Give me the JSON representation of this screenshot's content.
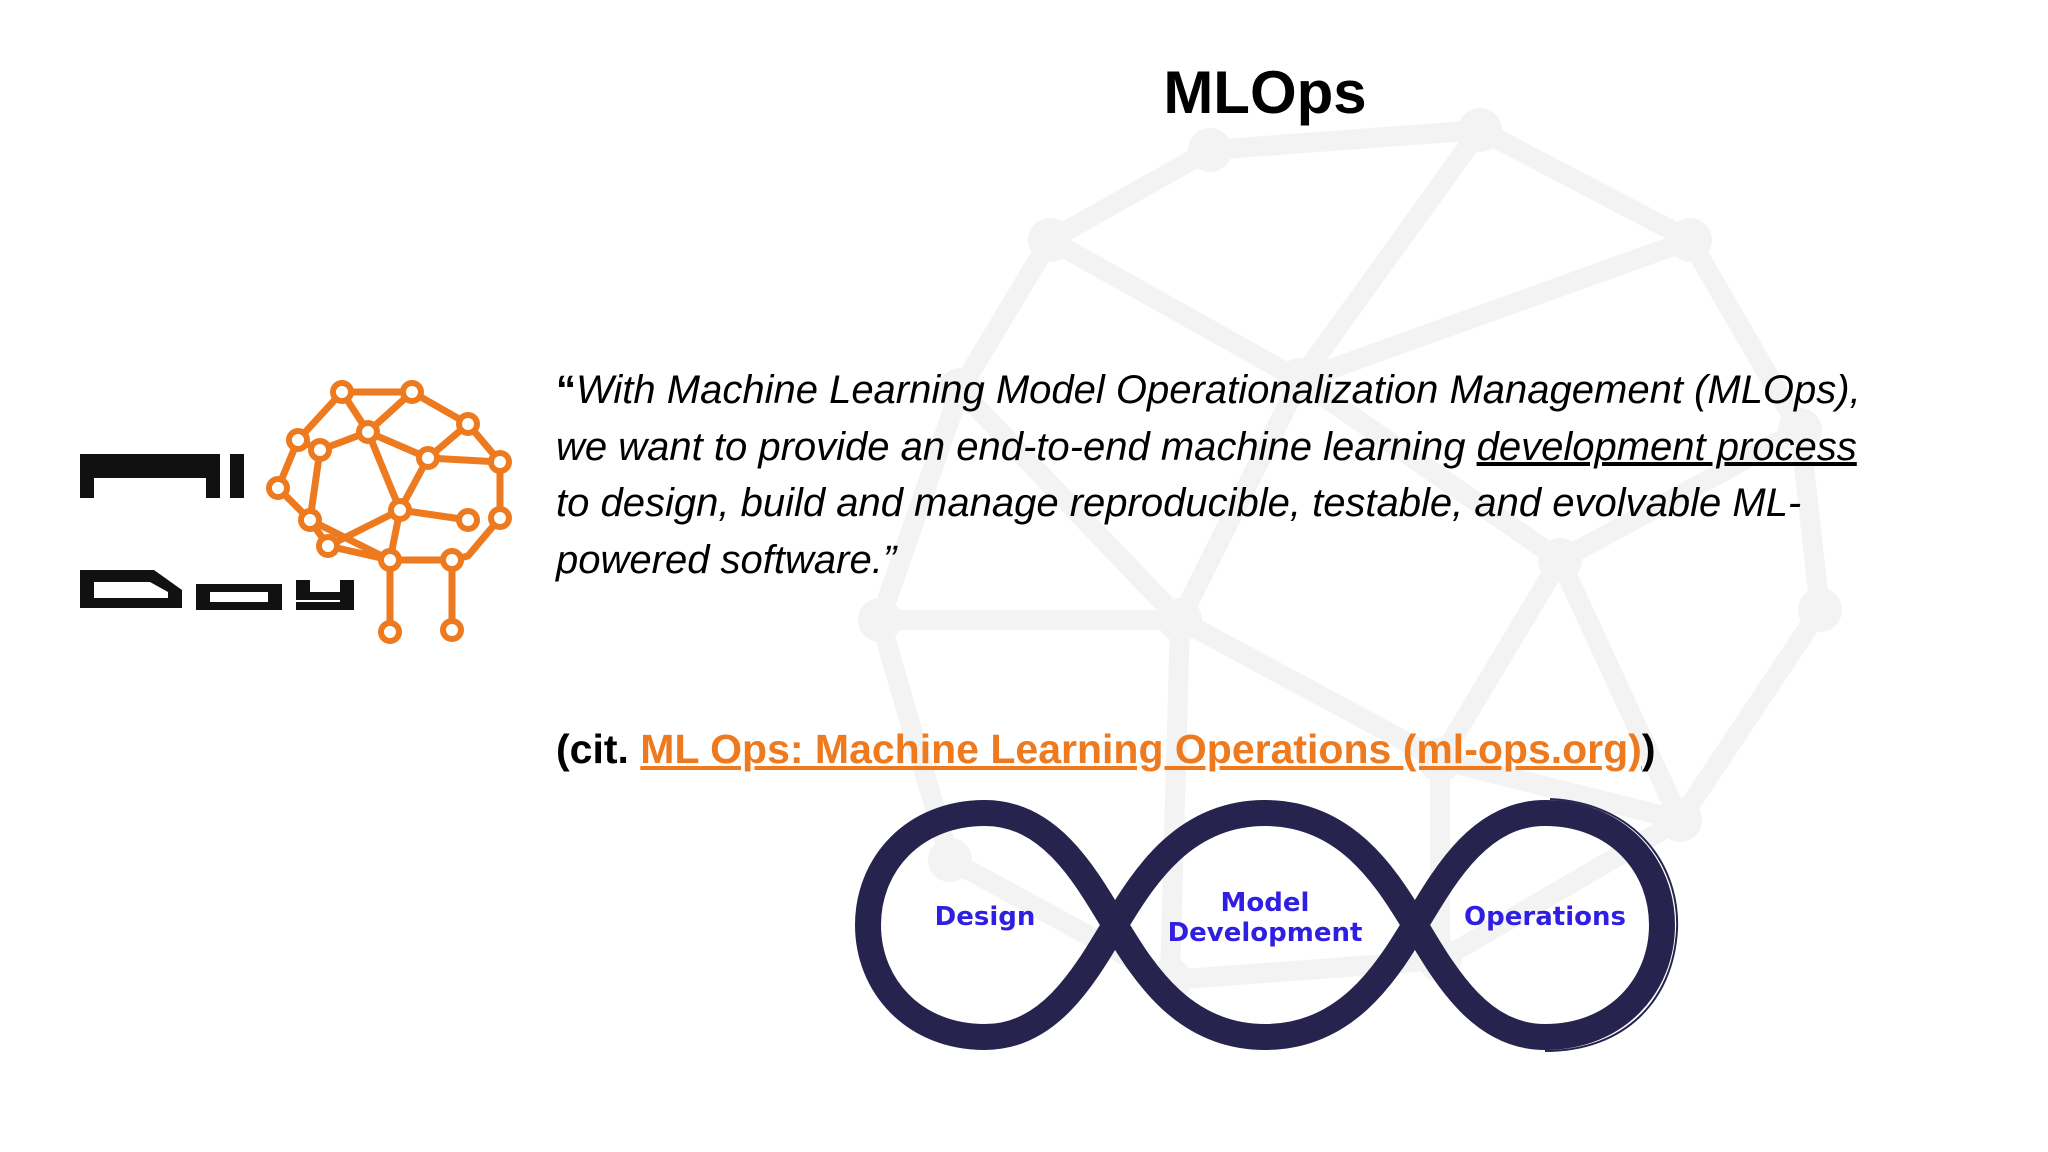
{
  "slide": {
    "title": "MLOps",
    "quote": {
      "open_mark": "“",
      "line1": "With Machine Learning Model Operationalization Management (MLOps),",
      "line2_pre": "we want to provide an end-to-end machine learning ",
      "line2_underlined": "development process",
      "line3": "to design, build and manage reproducible, testable, and evolvable ML-",
      "line4": "powered software.”"
    },
    "citation": {
      "prefix": "(cit. ",
      "link_text": "ML Ops: Machine Learning Operations (ml-ops.org)",
      "suffix": ")"
    },
    "logo": {
      "text": "AI Day",
      "icon": "brain-network-icon",
      "accent_color": "#ee7a1f"
    },
    "lifecycle": {
      "stage_1": "Design",
      "stage_2_line1": "Model",
      "stage_2_line2": "Development",
      "stage_3": "Operations",
      "loop_color": "#26244e",
      "label_color": "#2f1fe0"
    }
  }
}
